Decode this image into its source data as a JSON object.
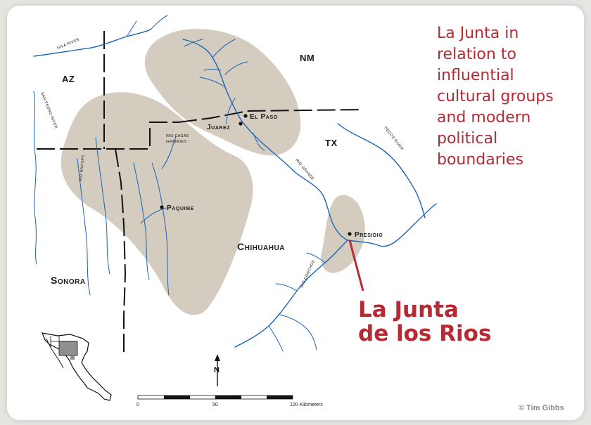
{
  "caption": {
    "lines": [
      "La Junta in",
      "relation to",
      "influential",
      "cultural groups",
      "and modern",
      "political",
      "boundaries"
    ]
  },
  "callout": {
    "line1": "La Junta",
    "line2": "de los Rios"
  },
  "credit": "© Tim Gibbs",
  "states": {
    "az": "AZ",
    "nm": "NM",
    "tx": "TX",
    "chihuahua": "Chihuahua",
    "sonora": "Sonora"
  },
  "cities": {
    "el_paso": "El Paso",
    "juarez": "Juarez",
    "paquime": "Paquime",
    "presidio": "Presidio"
  },
  "rivers": {
    "gila": "GILA RIVER",
    "san_pedro": "SAN PEDRO RIVER",
    "bavispe": "RIO BAVISPE",
    "casas_grandes_1": "RIO CASAS",
    "casas_grandes_2": "GRANDES",
    "rio_grande": "RIO GRANDE",
    "pecos": "PECOS RIVER",
    "conchos": "RIO CONCHOS"
  },
  "north_label": "N",
  "scale": {
    "tick_0": "0",
    "tick_50": "50",
    "tick_100": "100 Kilometers"
  },
  "colors": {
    "accent_red": "#b72a33",
    "river_blue": "#1b64b5",
    "cultural_region": "#d5ccc0"
  }
}
